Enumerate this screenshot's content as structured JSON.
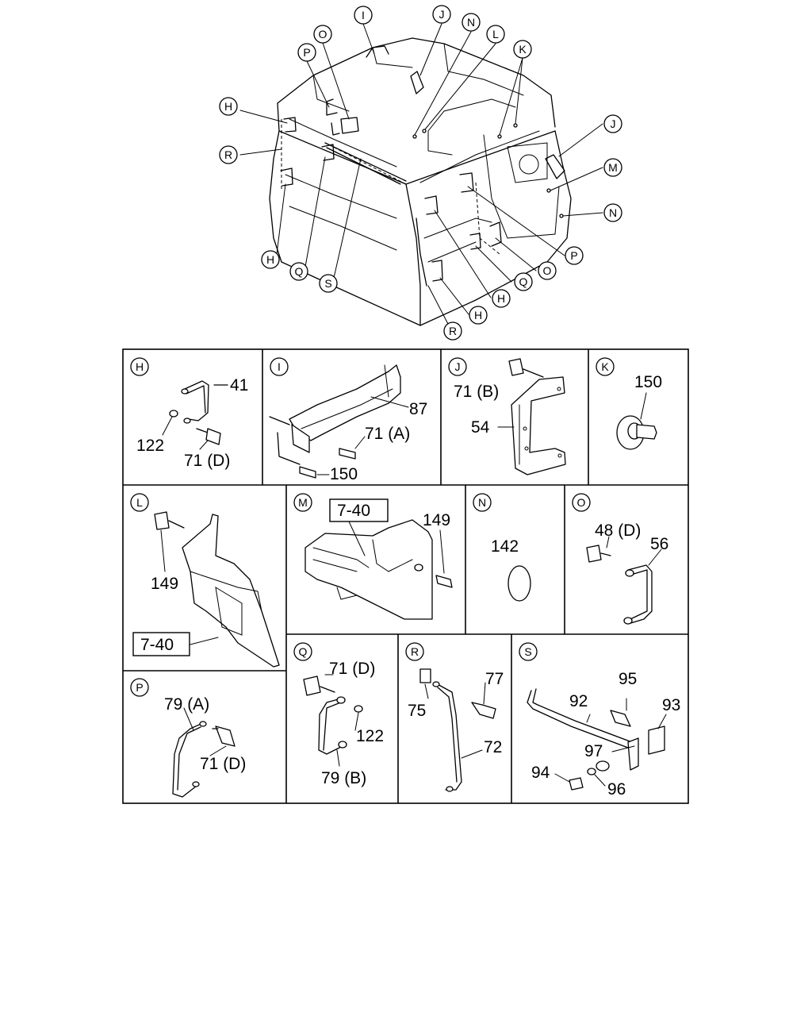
{
  "overview": {
    "callouts": [
      "I",
      "J",
      "N",
      "L",
      "O",
      "P",
      "K",
      "H",
      "R",
      "J",
      "M",
      "N",
      "H",
      "Q",
      "S",
      "P",
      "O",
      "Q",
      "H",
      "R",
      "H"
    ]
  },
  "panels": {
    "H": {
      "letter": "H",
      "labels": [
        "41",
        "122",
        "71 (D)"
      ]
    },
    "I": {
      "letter": "I",
      "labels": [
        "87",
        "71 (A)",
        "150"
      ]
    },
    "J": {
      "letter": "J",
      "labels": [
        "71 (B)",
        "54"
      ]
    },
    "K": {
      "letter": "K",
      "labels": [
        "150"
      ]
    },
    "L": {
      "letter": "L",
      "labels": [
        "149",
        "7-40"
      ]
    },
    "M": {
      "letter": "M",
      "labels": [
        "7-40",
        "149"
      ]
    },
    "N": {
      "letter": "N",
      "labels": [
        "142"
      ]
    },
    "O": {
      "letter": "O",
      "labels": [
        "48 (D)",
        "56"
      ]
    },
    "P": {
      "letter": "P",
      "labels": [
        "79 (A)",
        "71 (D)"
      ]
    },
    "Q": {
      "letter": "Q",
      "labels": [
        "71 (D)",
        "122",
        "79 (B)"
      ]
    },
    "R": {
      "letter": "R",
      "labels": [
        "77",
        "75",
        "72"
      ]
    },
    "S": {
      "letter": "S",
      "labels": [
        "95",
        "92",
        "93",
        "97",
        "94",
        "96"
      ]
    }
  }
}
